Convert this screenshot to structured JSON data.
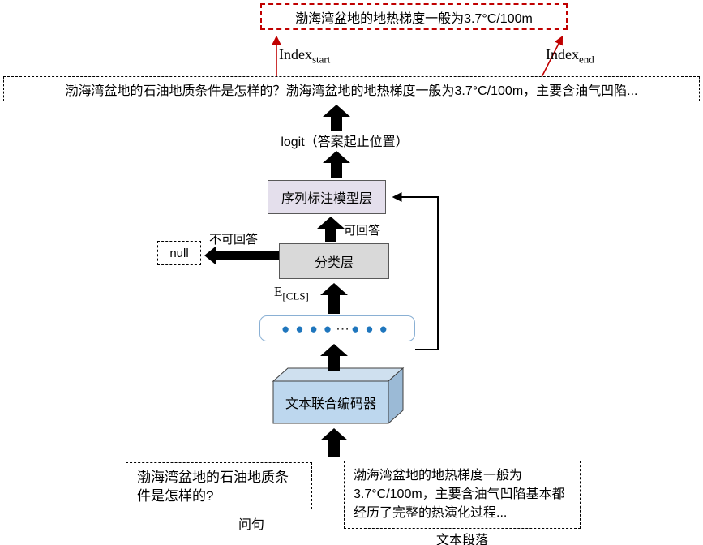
{
  "colors": {
    "answer_border_red": "#c00000",
    "seq_layer_fill": "#e4dfec",
    "classifier_fill": "#d9d9d9",
    "encoder_fill": "#bdd7ee",
    "token_dot_blue": "#1f76bd"
  },
  "top": {
    "answer_text": "渤海湾盆地的地热梯度一般为3.7°C/100m",
    "index_start_base": "Index",
    "index_start_sub": "start",
    "index_end_base": "Index",
    "index_end_sub": "end"
  },
  "context": {
    "text": "渤海湾盆地的石油地质条件是怎样的？渤海湾盆地的地热梯度一般为3.7°C/100m，主要含油气凹陷..."
  },
  "middle": {
    "logit_label": "logit（答案起止位置）",
    "seq_layer_label": "序列标注模型层",
    "answerable_label": "可回答",
    "unanswerable_label": "不可回答",
    "classifier_label": "分类层",
    "null_label": "null",
    "ecls_base": "E",
    "ecls_sub": "[CLS]",
    "tokens_left": "●●●●",
    "tokens_mid": "⋯",
    "tokens_right": "●●●",
    "encoder_label": "文本联合编码器"
  },
  "inputs": {
    "question_text": "渤海湾盆地的石油地质条件是怎样的?",
    "question_caption": "问句",
    "passage_text": "渤海湾盆地的地热梯度一般为3.7°C/100m，主要含油气凹陷基本都经历了完整的热演化过程...",
    "passage_caption": "文本段落"
  }
}
